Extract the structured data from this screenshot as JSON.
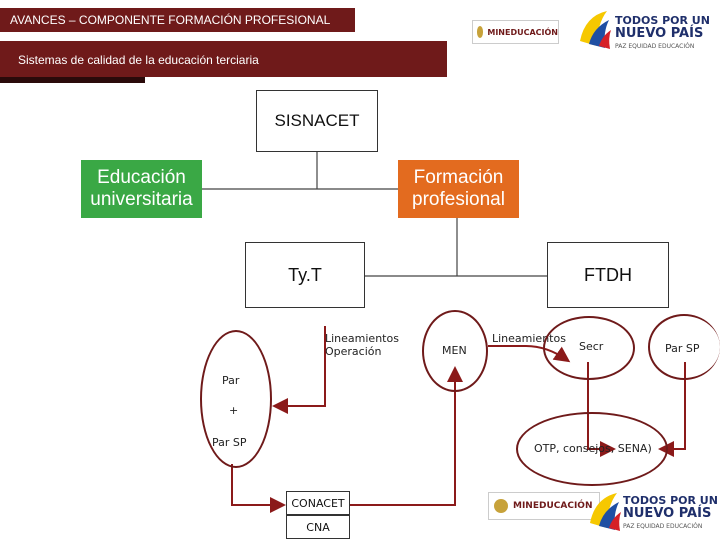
{
  "header": {
    "title": "AVANCES – COMPONENTE FORMACIÓN PROFESIONAL",
    "subtitle": "Sistemas de calidad de la educación terciaria"
  },
  "logos": {
    "mineducacion": "MINEDUCACIÓN",
    "todos_line1": "TODOS POR UN",
    "todos_line2": "NUEVO PAÍS",
    "todos_line3": "PAZ  EQUIDAD  EDUCACIÓN"
  },
  "diagram": {
    "root": "SISNACET",
    "left_branch": [
      "Educación",
      "universitaria"
    ],
    "right_branch": [
      "Formación",
      "profesional"
    ],
    "tyt": "Ty.T",
    "ftdh": "FTDH",
    "lineamientos_operacion": [
      "Lineamientos",
      "Operación"
    ],
    "men": "MEN",
    "lineamientos": "Lineamientos",
    "secr": "Secr",
    "parsp_right": "Par SP",
    "par": "Par",
    "plus": "+",
    "parsp_left": "Par SP",
    "otp": "OTP, consejos, SENA)",
    "conacet": "CONACET",
    "cna": "CNA"
  },
  "colors": {
    "brand_dark_red": "#6f1a1a",
    "green": "#3aa845",
    "orange": "#e36b1f",
    "arrow": "#8b1a1a"
  }
}
